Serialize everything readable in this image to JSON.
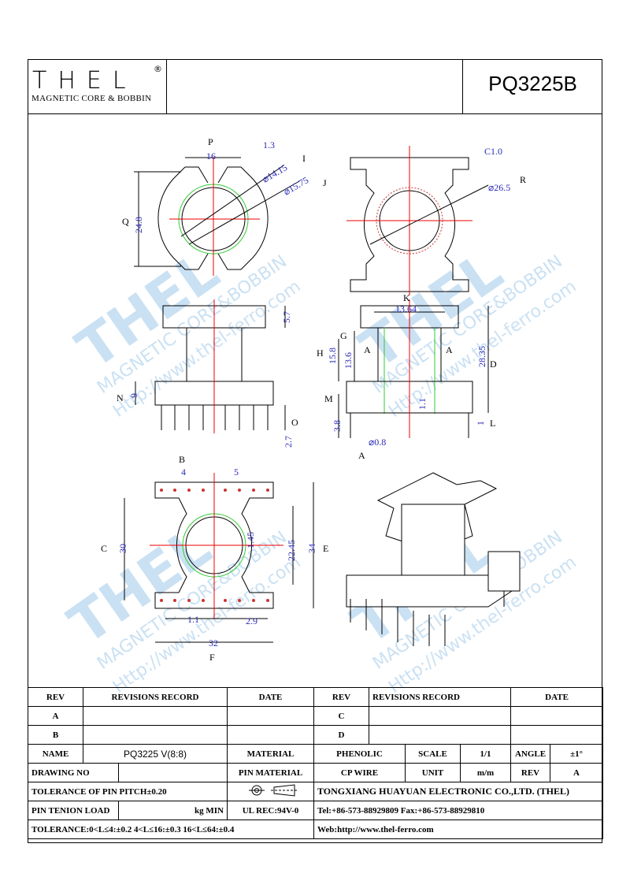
{
  "header": {
    "logo_text": "THEL",
    "logo_reg": "®",
    "logo_subtitle": "MAGNETIC CORE & BOBBIN",
    "part_number": "PQ3225B"
  },
  "watermark": {
    "brand": "THEL",
    "line1": "MAGNETIC CORE&BOBBIN",
    "line2": "Http://www.thel-ferro.com"
  },
  "dimensions": {
    "top_left": {
      "P": "P",
      "width": "16",
      "gap": "1.3",
      "I": "I",
      "d1": "⌀14.15",
      "J": "J",
      "d2": "⌀15.75",
      "Q": "Q",
      "height": "24.8"
    },
    "top_right": {
      "chamfer": "C1.0",
      "diameter": "⌀26.5",
      "R": "R"
    },
    "mid_left": {
      "h": "5.7",
      "N": "N",
      "n": "9",
      "O": "O",
      "o": "2.7"
    },
    "mid_right": {
      "K": "K",
      "k": "13.64",
      "G": "G",
      "g": "13.6",
      "H": "H",
      "h": "15.8",
      "D": "D",
      "d": "28.35",
      "M": "M",
      "m": "1.1",
      "l": "1",
      "L": "L",
      "a": "3.8",
      "pin": "⌀0.8",
      "A": "A",
      "sec_a": "A"
    },
    "bottom_left": {
      "B": "B",
      "b": "4",
      "b2": "5",
      "C": "C",
      "c": "30",
      "e1": "22.45",
      "e2": "1.45",
      "E": "E",
      "e": "34",
      "f1": "1.1",
      "f2": "2.9",
      "F": "F",
      "f": "32"
    }
  },
  "table": {
    "rev": "REV",
    "revisions_record": "REVISIONS RECORD",
    "date": "DATE",
    "row_a": "A",
    "row_b": "B",
    "row_c": "C",
    "row_d": "D",
    "name_label": "NAME",
    "name_value": "PQ3225 V(8:8)",
    "material_label": "MATERIAL",
    "material_value": "PHENOLIC",
    "scale_label": "SCALE",
    "scale_value": "1/1",
    "angle_label": "ANGLE",
    "angle_value": "±1°",
    "drawing_no": "DRAWING NO",
    "pin_material": "PIN MATERIAL",
    "pin_material_value": "CP WIRE",
    "unit_label": "UNIT",
    "unit_value": "m/m",
    "rev_value": "A",
    "tolerance_pin": "TOLERANCE OF PIN PITCH±0.20",
    "company": "TONGXIANG HUAYUAN ELECTRONIC CO.,LTD. (THEL)",
    "pin_tension": "PIN TENION LOAD",
    "kg_min": "kg MIN",
    "ul": "UL REC:94V-0",
    "tel": "Tel:+86-573-88929809 Fax:+86-573-88929810",
    "tolerance": "TOLERANCE:0<L≤4:±0.2  4<L≤16:±0.3  16<L≤64:±0.4",
    "web": "Web:http://www.thel-ferro.com"
  }
}
